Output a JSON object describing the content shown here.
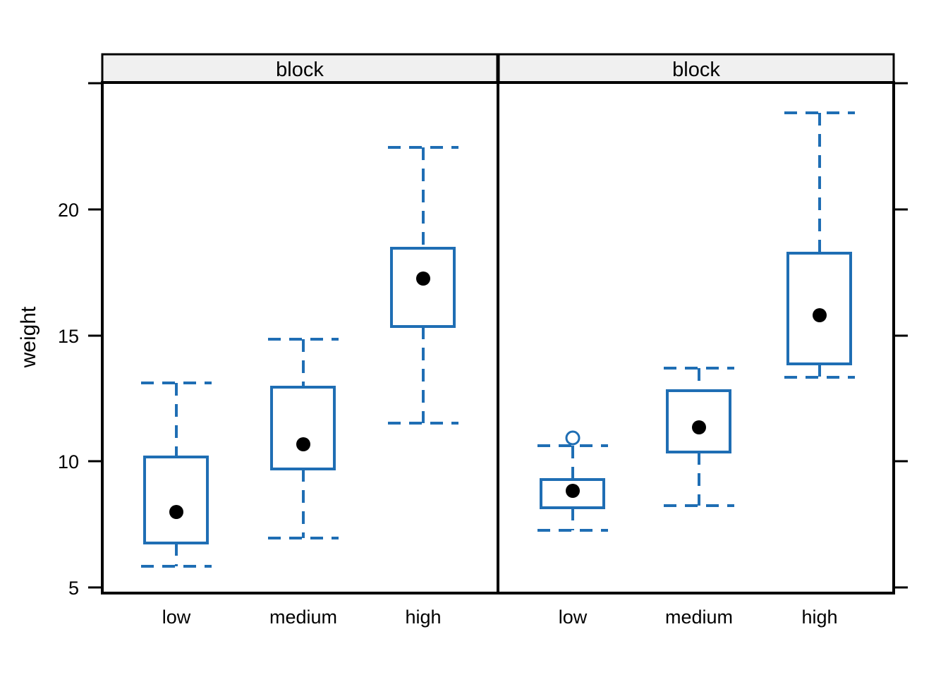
{
  "chart_data": {
    "type": "box",
    "title": "",
    "xlabel": "",
    "ylabel": "weight",
    "ylim": [
      3.9,
      24.7
    ],
    "yticks": [
      5,
      10,
      15,
      20
    ],
    "ytick_labels": [
      "5",
      "10",
      "15",
      "20"
    ],
    "grid": false,
    "legend": null,
    "facet_variable": "block",
    "facet_labels": [
      "block",
      "block"
    ],
    "categories": [
      "low",
      "medium",
      "high"
    ],
    "box_style": {
      "line_color": "#1f6eb4",
      "fill": "none",
      "whisker_style": "dashed",
      "median_marker": "filled-circle-black",
      "outlier_marker": "open-circle"
    },
    "panels": [
      {
        "strip_label": "block",
        "boxes": [
          {
            "category": "low",
            "lower_whisker": 5.8,
            "q1": 6.7,
            "median": 8.0,
            "q3": 10.15,
            "upper_whisker": 13.05,
            "outliers": []
          },
          {
            "category": "medium",
            "lower_whisker": 6.9,
            "q1": 9.65,
            "median": 10.65,
            "q3": 12.9,
            "upper_whisker": 14.85,
            "outliers": []
          },
          {
            "category": "high",
            "lower_whisker": 11.5,
            "q1": 15.3,
            "median": 17.3,
            "q3": 18.45,
            "upper_whisker": 22.4,
            "outliers": []
          }
        ]
      },
      {
        "strip_label": "block",
        "boxes": [
          {
            "category": "low",
            "lower_whisker": 7.1,
            "q1": 8.1,
            "median": 8.8,
            "q3": 9.15,
            "upper_whisker": 10.55,
            "outliers": [
              10.85
            ]
          },
          {
            "category": "medium",
            "lower_whisker": 8.15,
            "q1": 10.3,
            "median": 11.25,
            "q3": 12.75,
            "upper_whisker": 13.7,
            "outliers": []
          },
          {
            "category": "high",
            "lower_whisker": 13.3,
            "q1": 13.85,
            "median": 15.65,
            "q3": 18.2,
            "upper_whisker": 23.6,
            "outliers": []
          }
        ]
      }
    ]
  },
  "axis": {
    "y_label": "weight",
    "y_tick_5": "5",
    "y_tick_10": "10",
    "y_tick_15": "15",
    "y_tick_20": "20"
  },
  "strips": {
    "left_label": "block",
    "right_label": "block"
  },
  "x_labels": {
    "p1_low": "low",
    "p1_medium": "medium",
    "p1_high": "high",
    "p2_low": "low",
    "p2_medium": "medium",
    "p2_high": "high"
  },
  "colors": {
    "box_blue": "#1f6eb4",
    "median_black": "#000000",
    "strip_bg": "#f0f0f0",
    "frame": "#000000"
  }
}
